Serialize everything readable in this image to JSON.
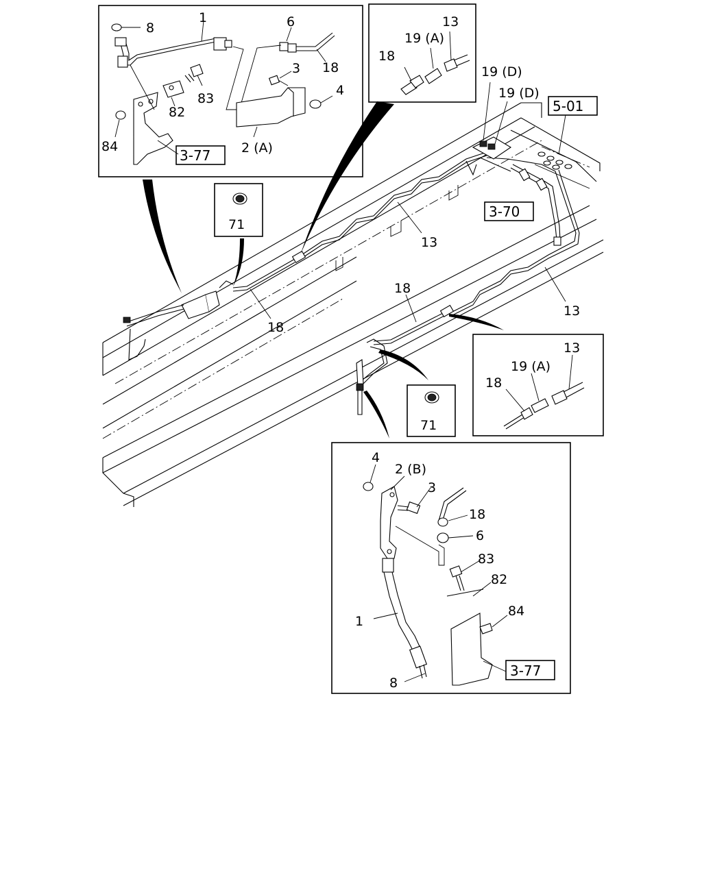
{
  "callouts": {
    "top_left": {
      "c8": "8",
      "c1": "1",
      "c6": "6",
      "c18": "18",
      "c3": "3",
      "c83": "83",
      "c4": "4",
      "c82": "82",
      "c84": "84",
      "c2a": "2 (A)",
      "ref": "3-77"
    },
    "top_mid": {
      "c13": "13",
      "c19a": "19 (A)",
      "c18": "18"
    },
    "grommet_top": {
      "c71": "71"
    },
    "main": {
      "c19d_1": "19 (D)",
      "c19d_2": "19 (D)",
      "ref501": "5-01",
      "ref370": "3-70",
      "c13_a": "13",
      "c13_b": "13",
      "c18_a": "18",
      "c18_b": "18"
    },
    "grommet_bot": {
      "c71": "71"
    },
    "right_mid": {
      "c13": "13",
      "c19a": "19 (A)",
      "c18": "18"
    },
    "bottom": {
      "c4": "4",
      "c2b": "2 (B)",
      "c3": "3",
      "c18": "18",
      "c6": "6",
      "c83": "83",
      "c82": "82",
      "c84": "84",
      "c1": "1",
      "c8": "8",
      "ref": "3-77"
    }
  }
}
